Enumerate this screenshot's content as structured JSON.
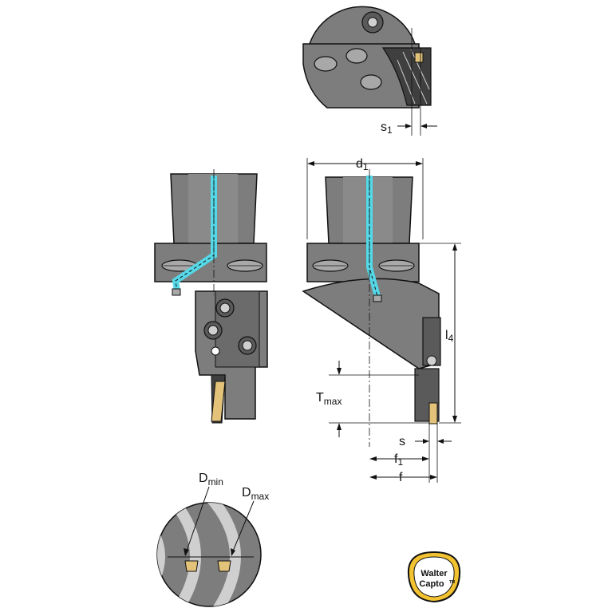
{
  "labels": {
    "s1": {
      "main": "s",
      "sub": "1"
    },
    "d1": {
      "main": "d",
      "sub": "1"
    },
    "l4": {
      "main": "l",
      "sub": "4"
    },
    "tmax": {
      "main": "T",
      "sub": "max"
    },
    "s": {
      "main": "s"
    },
    "f1": {
      "main": "f",
      "sub": "1"
    },
    "f": {
      "main": "f"
    },
    "dmin": {
      "main": "D",
      "sub": "min"
    },
    "dmax": {
      "main": "D",
      "sub": "max"
    }
  },
  "logo": {
    "line1": "Walter",
    "line2": "Capto",
    "mark": "TM"
  },
  "colors": {
    "body": "#7d7d7d",
    "body_dark": "#5a5a5a",
    "body_light": "#a8a8a8",
    "coolant": "#55d8e8",
    "insert": "#e3c27a",
    "outline": "#111111",
    "logo_fill": "#f2c230"
  }
}
